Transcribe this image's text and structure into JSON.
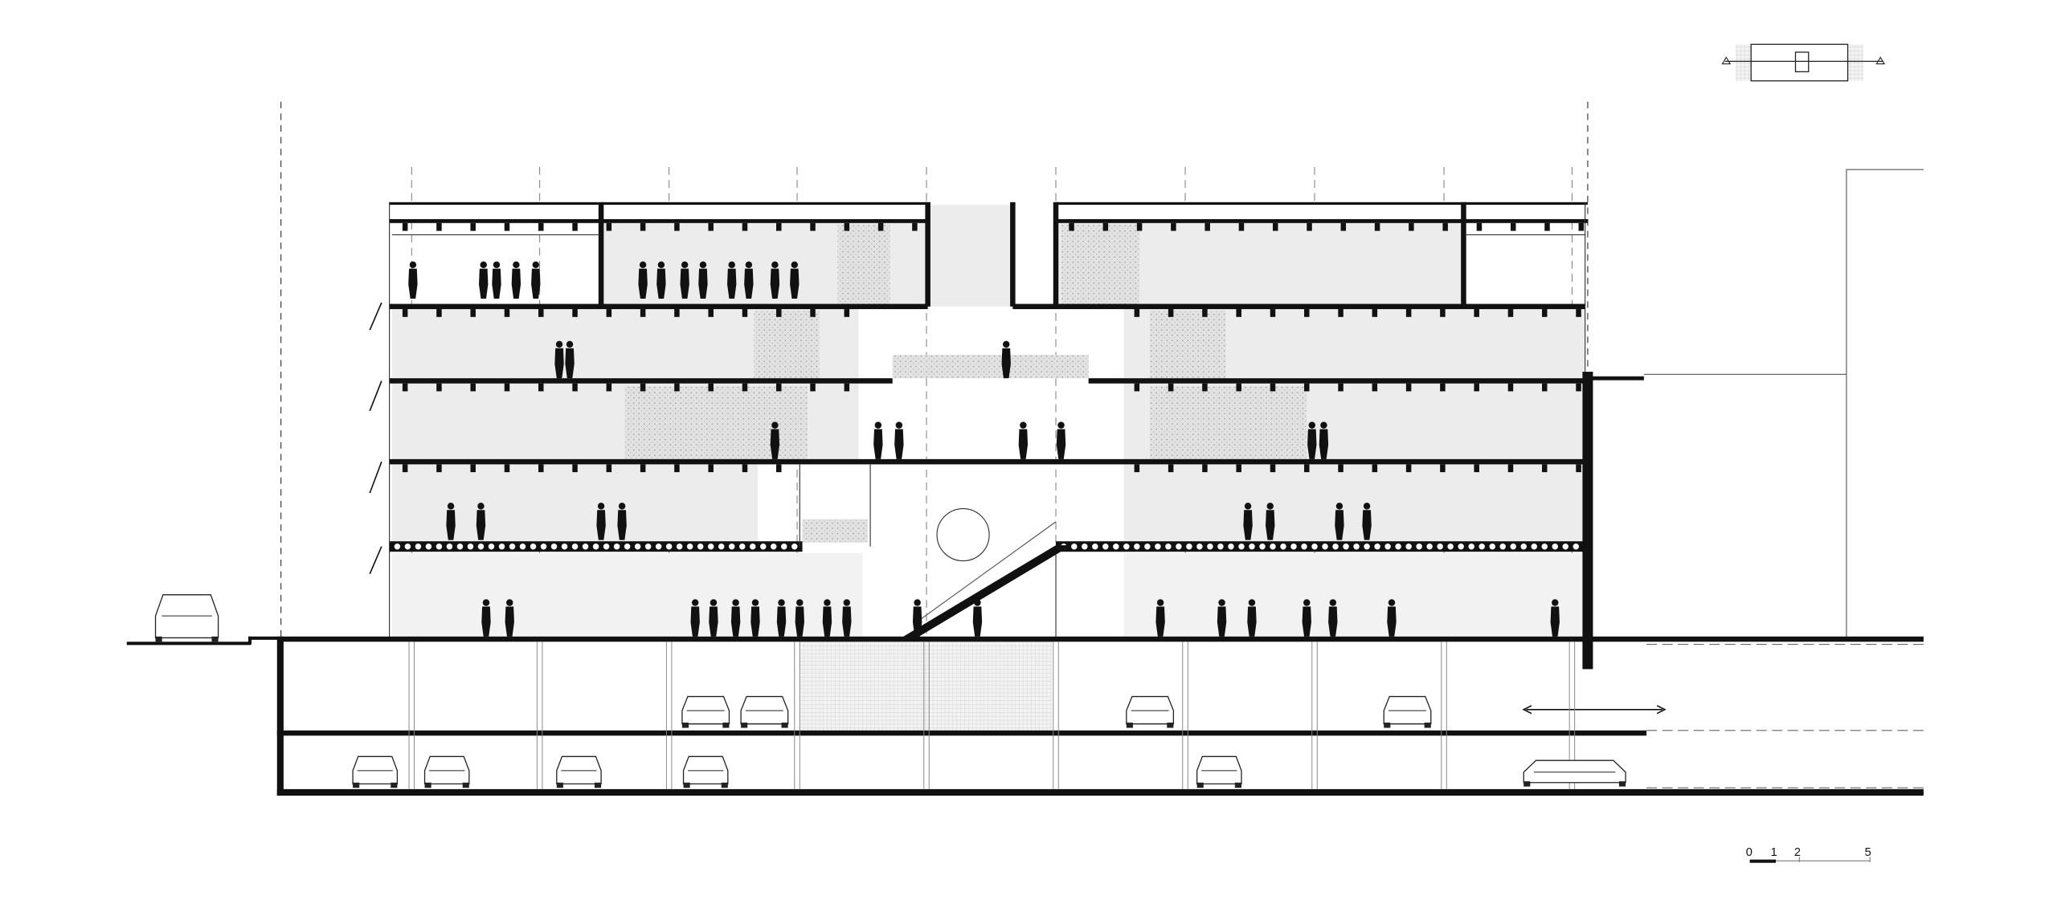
{
  "drawing": {
    "type": "building-section",
    "scale_bar": {
      "labels": [
        "0",
        "1",
        "2",
        "5"
      ]
    },
    "colors": {
      "ink": "#111111",
      "room_fill": "#ececec",
      "stone_fill": "#d6d6d6",
      "grid_line": "#9a9a9a"
    }
  }
}
